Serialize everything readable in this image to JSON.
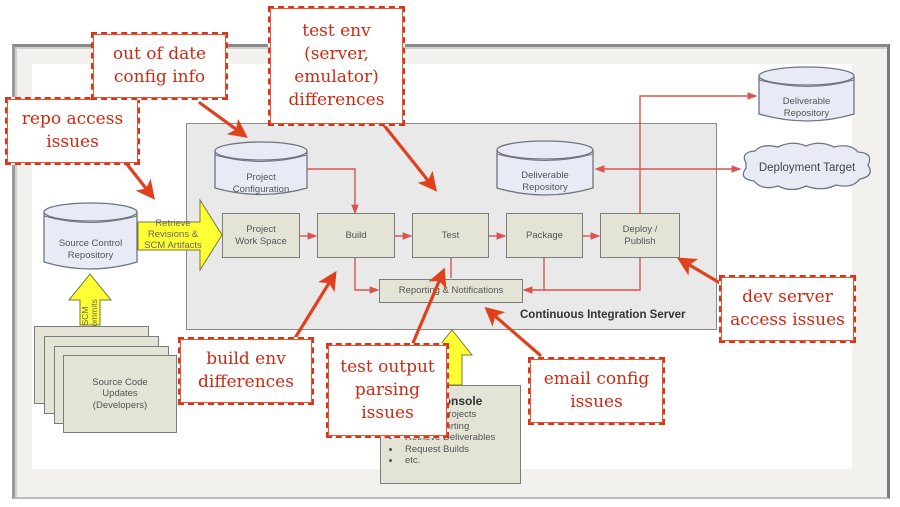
{
  "diagram": {
    "system_label": "Continuous Integration Server",
    "source_control": {
      "label_line1": "Source Control",
      "label_line2": "Repository"
    },
    "retrieve_arrow": {
      "line1": "Retrieve",
      "line2": "Revisions &",
      "line3": "SCM Artifacts"
    },
    "commits_arrow": {
      "line1": "SCM",
      "line2": "Commits"
    },
    "developers": {
      "line1": "Source Code",
      "line2": "Updates",
      "line3": "(Developers)"
    },
    "project_config": {
      "line1": "Project",
      "line2": "Configuration"
    },
    "inner_deliverable_repo": {
      "line1": "Deliverable",
      "line2": "Repository"
    },
    "outer_deliverable_repo": {
      "line1": "Deliverable",
      "line2": "Repository"
    },
    "deployment_target": "Deployment Target",
    "steps": [
      {
        "line1": "Project",
        "line2": "Work Space"
      },
      {
        "line1": "Build",
        "line2": ""
      },
      {
        "line1": "Test",
        "line2": ""
      },
      {
        "line1": "Package",
        "line2": ""
      },
      {
        "line1": "Deploy /",
        "line2": "Publish"
      }
    ],
    "reporting": "Reporting & Notifications",
    "console": {
      "title": "Console",
      "items": [
        "Manage Projects",
        "View Reporting",
        "Retrieve Deliverables",
        "Request Builds",
        "etc."
      ]
    },
    "colors": {
      "flow": "#d9534f",
      "callout": "#cc2a12",
      "yellow": "#ffff33"
    }
  },
  "callouts": [
    {
      "id": "repo-access",
      "lines": [
        "repo access",
        "issues"
      ]
    },
    {
      "id": "out-of-date-config",
      "lines": [
        "out of date",
        "config info"
      ]
    },
    {
      "id": "test-env",
      "lines": [
        "test env",
        "(server,",
        "emulator)",
        "differences"
      ]
    },
    {
      "id": "build-env",
      "lines": [
        "build env",
        "differences"
      ]
    },
    {
      "id": "test-output",
      "lines": [
        "test output",
        "parsing",
        "issues"
      ]
    },
    {
      "id": "email-config",
      "lines": [
        "email config",
        "issues"
      ]
    },
    {
      "id": "dev-server",
      "lines": [
        "dev server",
        "access issues"
      ]
    }
  ]
}
